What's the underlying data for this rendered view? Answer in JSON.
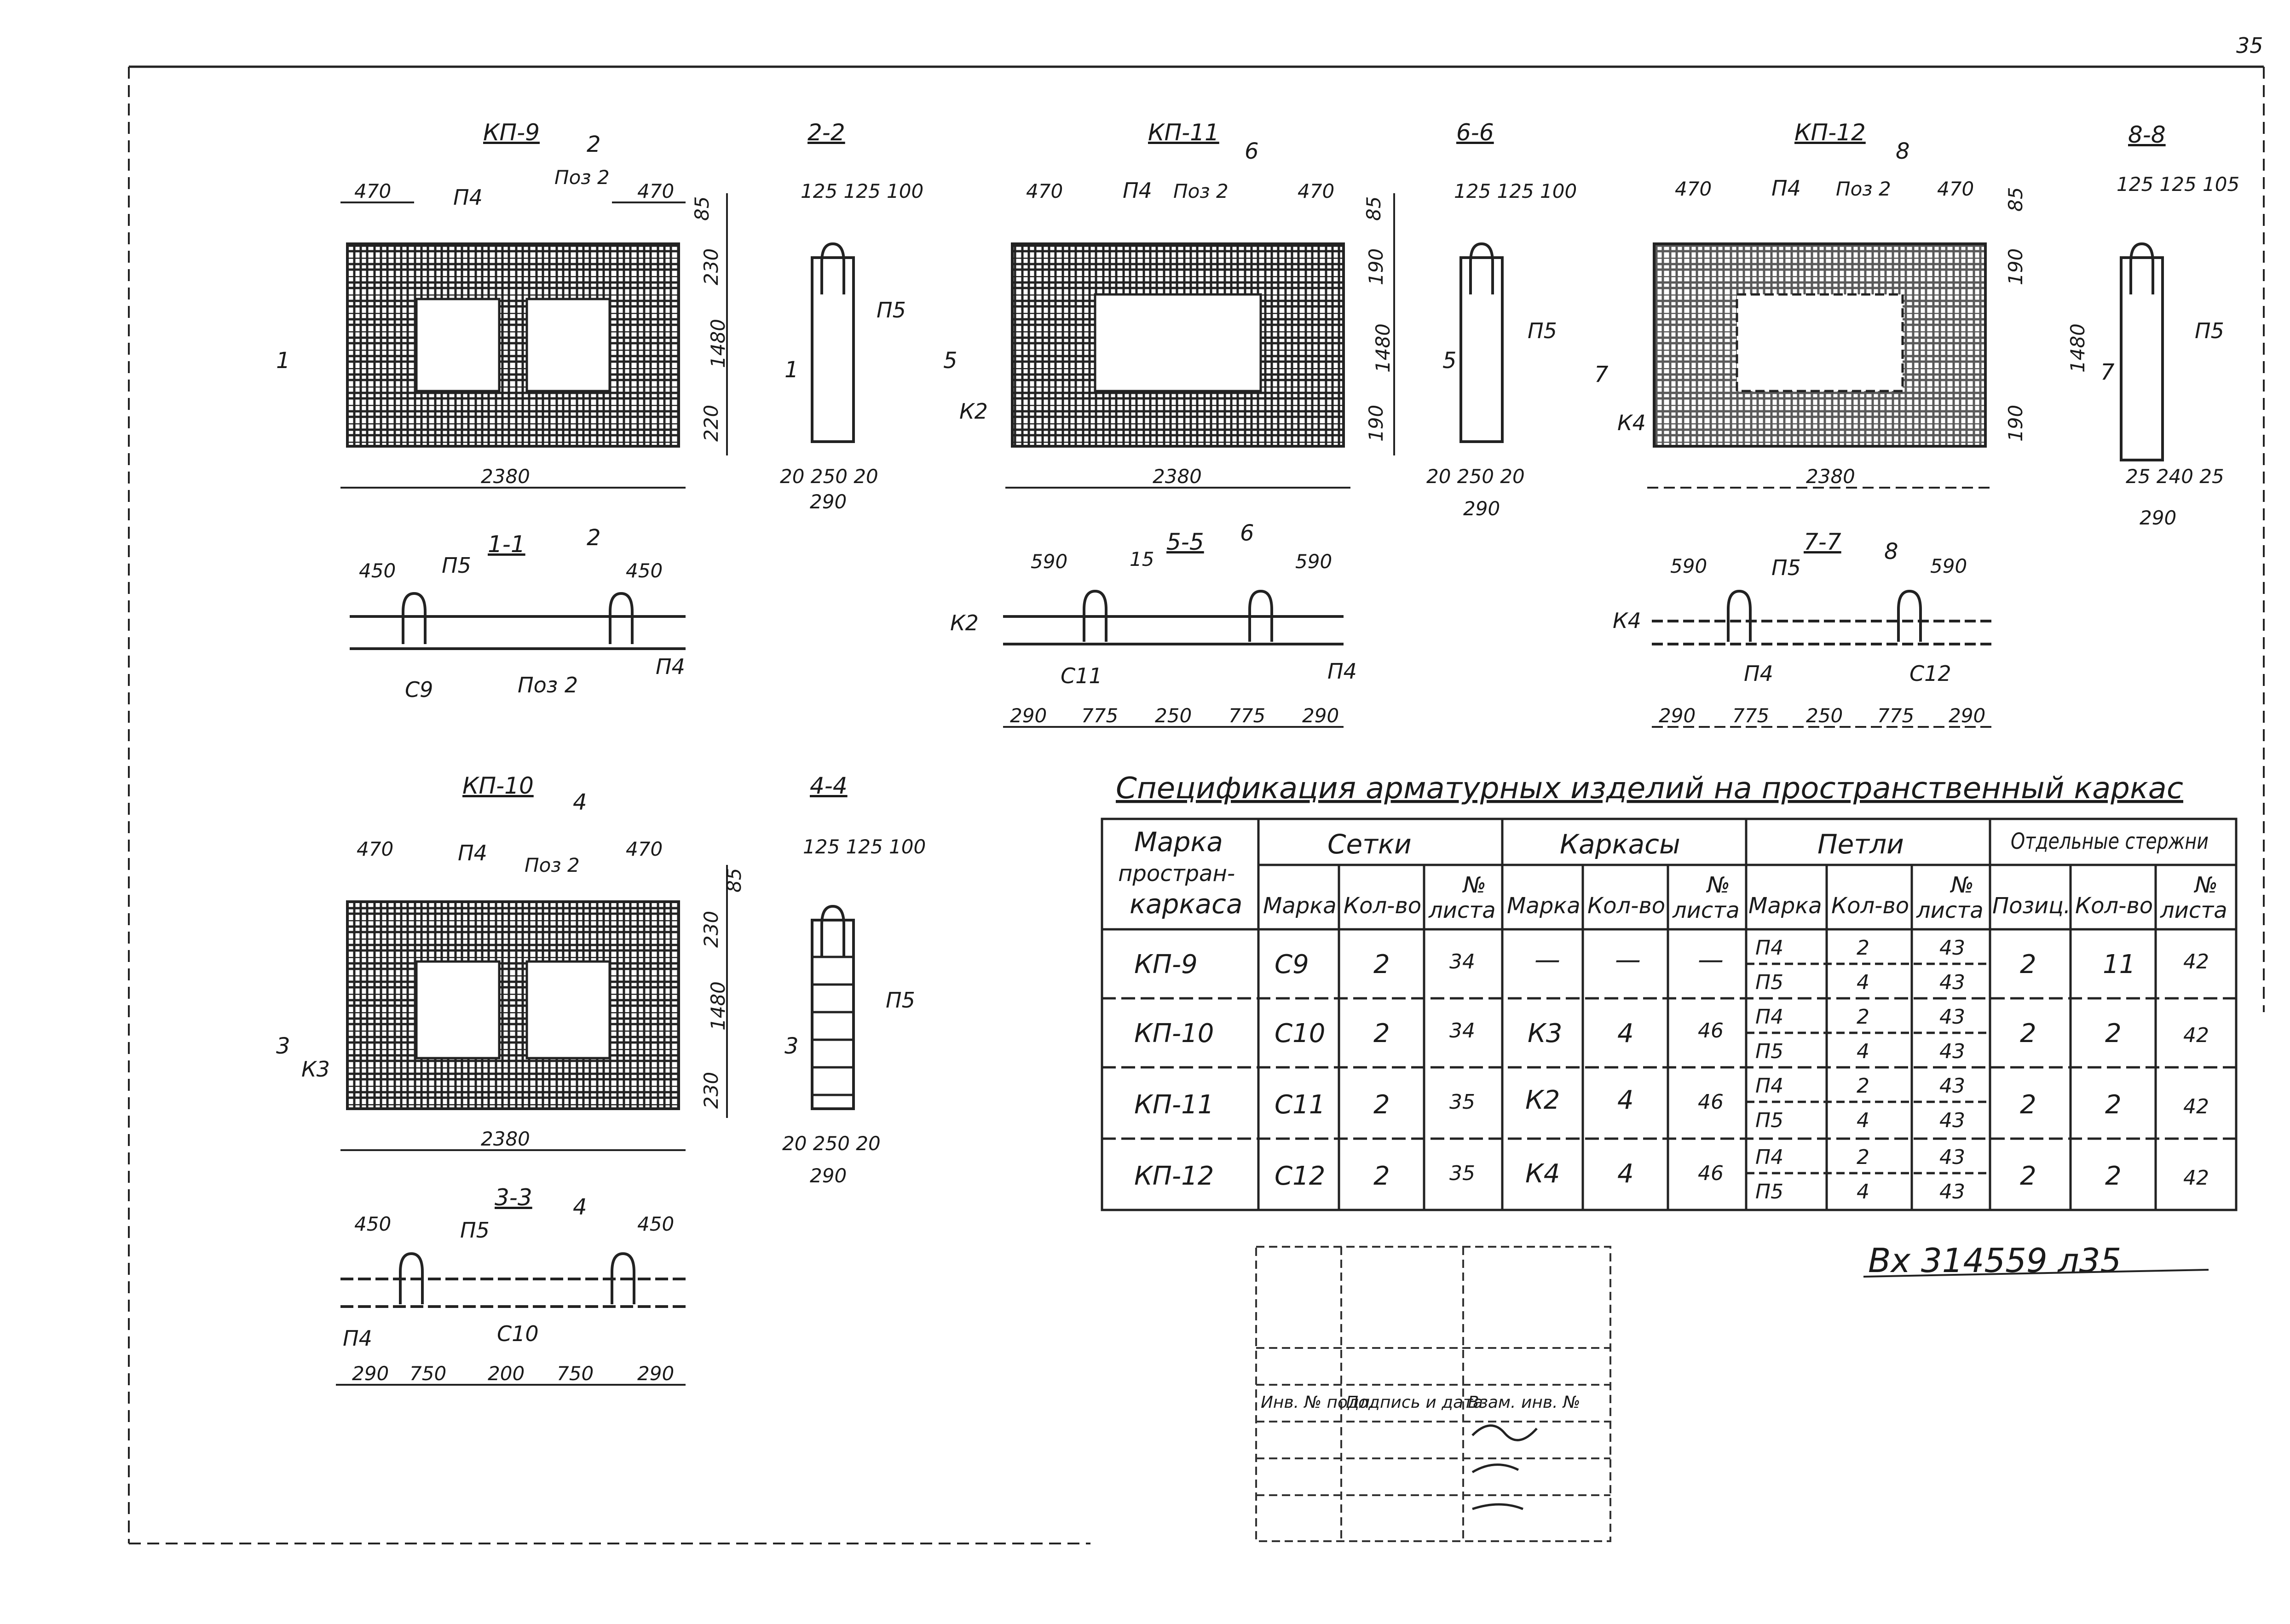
{
  "page_number": "35",
  "drawings": {
    "kp9": {
      "title": "КП-9",
      "d_left": "470",
      "d_right": "470",
      "d_total": "2380",
      "d_h_top": "85",
      "d_h1": "230",
      "d_h2": "1480",
      "d_h3": "220",
      "lbl_p4": "П4",
      "lbl_poz2": "Поз 2",
      "cut_top": "2",
      "cut_left": "1",
      "cut_bottom": "2"
    },
    "s22": {
      "title": "2-2",
      "d_top": "125 125 100",
      "lbl": "П5",
      "d_bot": "20 250 20",
      "d_bot2": "290",
      "cut": "1"
    },
    "s11": {
      "title": "1-1",
      "d_left": "450",
      "d_right": "450",
      "lbl_p5": "П5",
      "lbl_c": "С9",
      "lbl_poz2": "Поз 2",
      "lbl_p4": "П4"
    },
    "kp11": {
      "title": "КП-11",
      "d_left": "470",
      "d_right": "470",
      "d_total": "2380",
      "d_h_top": "85",
      "d_h1": "190",
      "d_h2": "1480",
      "d_h3": "190",
      "lbl_p4": "П4",
      "lbl_poz2": "Поз 2",
      "lbl_k": "К2",
      "cut_top": "6",
      "cut_left": "5",
      "cut_bottom": "6"
    },
    "s66": {
      "title": "6-6",
      "d_top": "125 125 100",
      "lbl": "П5",
      "d_bot": "20 250 20",
      "d_bot2": "290",
      "cut": "5"
    },
    "s55": {
      "title": "5-5",
      "d_left": "590",
      "d_right": "590",
      "lbl_15": "15",
      "lbl_k": "К2",
      "lbl_c": "С11",
      "lbl_p4": "П4",
      "d_row": [
        "290",
        "775",
        "250",
        "775",
        "290"
      ]
    },
    "kp12": {
      "title": "КП-12",
      "d_left": "470",
      "d_right": "470",
      "d_total": "2380",
      "d_h_top": "85",
      "d_h1": "190",
      "d_h2": "1480",
      "d_h3": "190",
      "lbl_p4": "П4",
      "lbl_poz2": "Поз 2",
      "lbl_k": "К4",
      "cut_top": "8",
      "cut_left": "7"
    },
    "s88": {
      "title": "8-8",
      "d_top": "125 125 105",
      "lbl": "П5",
      "d_bot": "25 240 25",
      "d_bot2": "290",
      "cut": "7"
    },
    "s77": {
      "title": "7-7",
      "d_left": "590",
      "d_right": "590",
      "lbl_p5": "П5",
      "lbl_k": "К4",
      "lbl_p4": "П4",
      "lbl_c": "С12",
      "cut": "8",
      "d_row": [
        "290",
        "775",
        "250",
        "775",
        "290"
      ]
    },
    "kp10": {
      "title": "КП-10",
      "d_left": "470",
      "d_right": "470",
      "d_total": "2380",
      "d_h_top": "85",
      "d_h1": "230",
      "d_h2": "1480",
      "d_h3": "230",
      "lbl_p4": "П4",
      "lbl_poz2": "Поз 2",
      "lbl_k": "К3",
      "cut_top": "4",
      "cut_left": "3"
    },
    "s44": {
      "title": "4-4",
      "d_top": "125 125 100",
      "lbl": "П5",
      "d_bot": "20 250 20",
      "d_bot2": "290",
      "cut": "3"
    },
    "s33": {
      "title": "3-3",
      "d_left": "450",
      "d_right": "450",
      "lbl_p5": "П5",
      "lbl_p4": "П4",
      "lbl_c": "С10",
      "cut": "4",
      "d_row": [
        "290",
        "750",
        "200",
        "750",
        "290"
      ]
    }
  },
  "spec": {
    "title": "Спецификация арматурных изделий на пространственный каркас",
    "h_mark": [
      "Марка",
      "простран-",
      "каркаса"
    ],
    "groups": [
      "Сетки",
      "Каркасы",
      "Петли",
      "Отдельные стержни"
    ],
    "sub": {
      "mark": "Марка",
      "qty": "Кол-во",
      "sheet": [
        "№",
        "листа"
      ],
      "pos": "Позиц."
    },
    "rows": [
      {
        "mark": "КП-9",
        "net_mark": "С9",
        "net_qty": "2",
        "net_sheet": "34",
        "frame_mark": "—",
        "frame_qty": "—",
        "frame_sheet": "—",
        "loops": [
          {
            "mark": "П4",
            "qty": "2",
            "sheet": "43"
          },
          {
            "mark": "П5",
            "qty": "4",
            "sheet": "43"
          }
        ],
        "rod_pos": "2",
        "rod_qty": "11",
        "rod_sheet": "42"
      },
      {
        "mark": "КП-10",
        "net_mark": "С10",
        "net_qty": "2",
        "net_sheet": "34",
        "frame_mark": "К3",
        "frame_qty": "4",
        "frame_sheet": "46",
        "loops": [
          {
            "mark": "П4",
            "qty": "2",
            "sheet": "43"
          },
          {
            "mark": "П5",
            "qty": "4",
            "sheet": "43"
          }
        ],
        "rod_pos": "2",
        "rod_qty": "2",
        "rod_sheet": "42"
      },
      {
        "mark": "КП-11",
        "net_mark": "С11",
        "net_qty": "2",
        "net_sheet": "35",
        "frame_mark": "К2",
        "frame_qty": "4",
        "frame_sheet": "46",
        "loops": [
          {
            "mark": "П4",
            "qty": "2",
            "sheet": "43"
          },
          {
            "mark": "П5",
            "qty": "4",
            "sheet": "43"
          }
        ],
        "rod_pos": "2",
        "rod_qty": "2",
        "rod_sheet": "42"
      },
      {
        "mark": "КП-12",
        "net_mark": "С12",
        "net_qty": "2",
        "net_sheet": "35",
        "frame_mark": "К4",
        "frame_qty": "4",
        "frame_sheet": "46",
        "loops": [
          {
            "mark": "П4",
            "qty": "2",
            "sheet": "43"
          },
          {
            "mark": "П5",
            "qty": "4",
            "sheet": "43"
          }
        ],
        "rod_pos": "2",
        "rod_qty": "2",
        "rod_sheet": "42"
      }
    ]
  },
  "registration": "Вх 314559  л35",
  "stamp": [
    "Инв. № подл.",
    "Подпись и дата",
    "Взам. инв. №"
  ]
}
